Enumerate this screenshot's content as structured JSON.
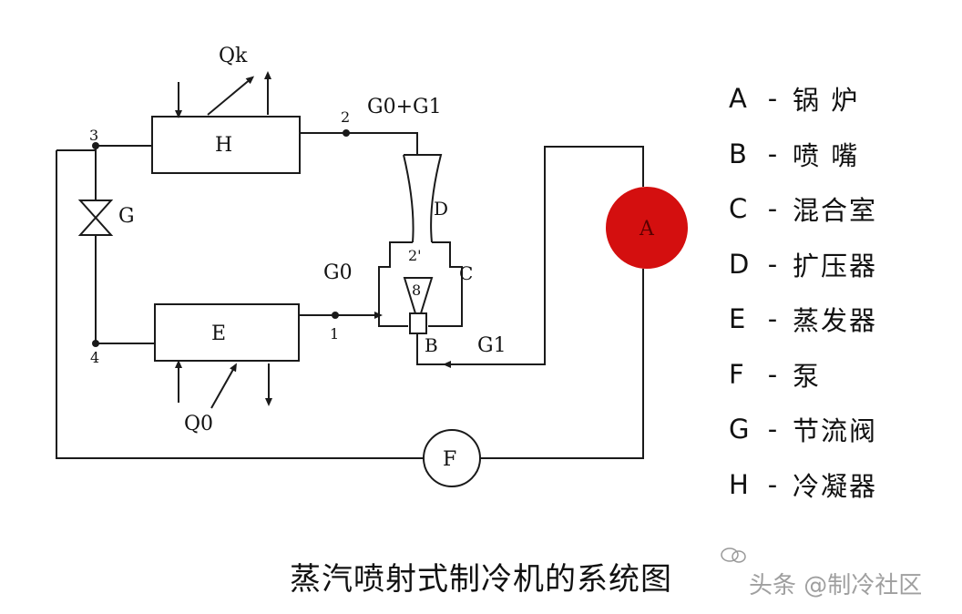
{
  "colors": {
    "line": "#1a1a1a",
    "boiler_fill": "#d40f0f",
    "background": "#ffffff"
  },
  "components": {
    "condenser": "H",
    "evaporator": "E",
    "boiler": "A",
    "pump": "F",
    "valve": "G",
    "diffuser": "D",
    "mixing_chamber": "C",
    "nozzle": "B"
  },
  "flow_labels": {
    "qk": "Qk",
    "q0": "Q0",
    "g0_plus_g1": "G0+G1",
    "g0": "G0",
    "g1": "G1"
  },
  "points": {
    "p1": "1",
    "p2": "2",
    "p2_prime": "2'",
    "p3": "3",
    "p4": "4",
    "p8": "8"
  },
  "legend": [
    {
      "key": "A",
      "sep": "-",
      "name": "锅  炉"
    },
    {
      "key": "B",
      "sep": "-",
      "name": "喷  嘴"
    },
    {
      "key": "C",
      "sep": "-",
      "name": "混合室"
    },
    {
      "key": "D",
      "sep": "-",
      "name": "扩压器"
    },
    {
      "key": "E",
      "sep": "-",
      "name": "蒸发器"
    },
    {
      "key": "F",
      "sep": "-",
      "name": "泵"
    },
    {
      "key": "G",
      "sep": "-",
      "name": "节流阀"
    },
    {
      "key": "H",
      "sep": "-",
      "name": "冷凝器"
    }
  ],
  "caption": "蒸汽喷射式制冷机的系统图",
  "watermark": "头条 @制冷社区"
}
